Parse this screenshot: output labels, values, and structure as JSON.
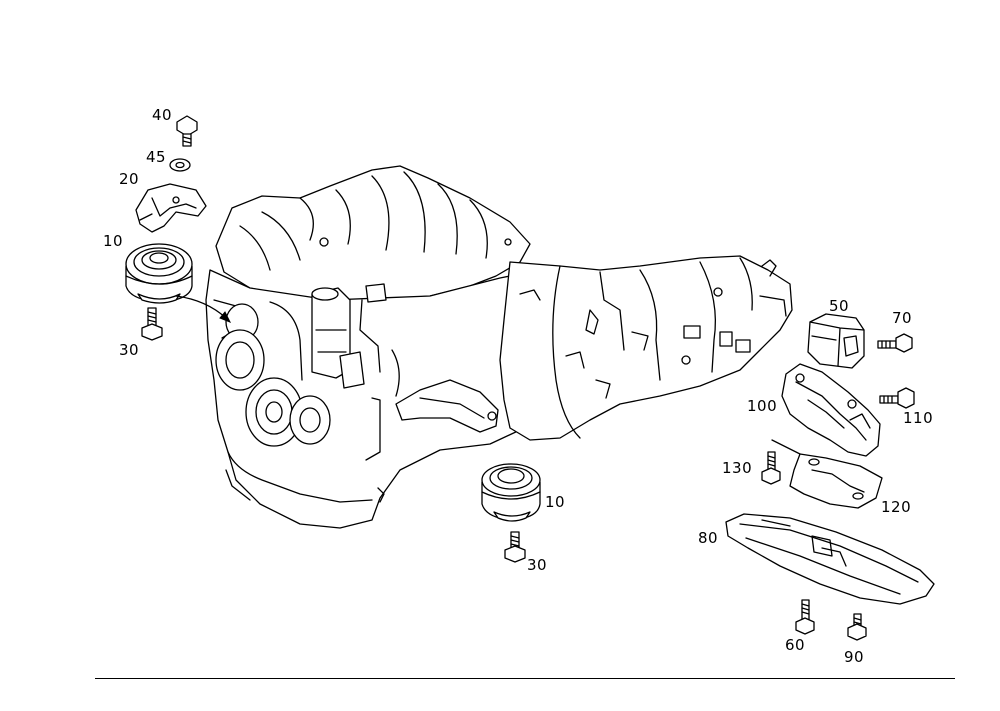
{
  "labels": {
    "p40": "40",
    "p45": "45",
    "p20": "20",
    "p10_left": "10",
    "p30_left": "30",
    "p10_center": "10",
    "p30_center": "30",
    "p50": "50",
    "p70": "70",
    "p100": "100",
    "p110": "110",
    "p130": "130",
    "p120": "120",
    "p80": "80",
    "p60": "60",
    "p90": "90"
  }
}
